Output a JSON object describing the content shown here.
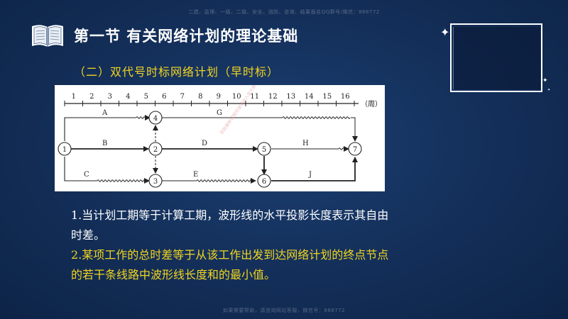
{
  "watermark_top": "二建、监理、一级、二级、安全、消防、咨询、结果报名QQ群号/微信：888772",
  "watermark_bottom": "如果需要帮助，请咨询网站客服，微信号：888772",
  "header": {
    "title": "第一节  有关网络计划的理论基础"
  },
  "section": {
    "subtitle": "（二）双代号时标网络计划（早时标）"
  },
  "diagram": {
    "week_label": "（周）",
    "ticks": [
      "1",
      "2",
      "3",
      "4",
      "5",
      "6",
      "7",
      "8",
      "9",
      "10",
      "11",
      "12",
      "13",
      "14",
      "15",
      "16"
    ],
    "nodes": [
      "1",
      "2",
      "3",
      "4",
      "5",
      "6",
      "7"
    ],
    "activities": [
      "A",
      "B",
      "C",
      "D",
      "E",
      "G",
      "H",
      "J"
    ],
    "watermark": "获取最新课程资源请加入官方群"
  },
  "paragraphs": [
    "1.当计划工期等于计算工期，波形线的水平投影长度表示其自由时差。",
    "2.某项工作的总时差等于从该工作出发到达网络计划的终点节点的若干条线路中波形线长度和的最小值。"
  ],
  "colors": {
    "background": "#132e58",
    "accent_yellow": "#f2d51f",
    "text_white": "#ffffff"
  }
}
